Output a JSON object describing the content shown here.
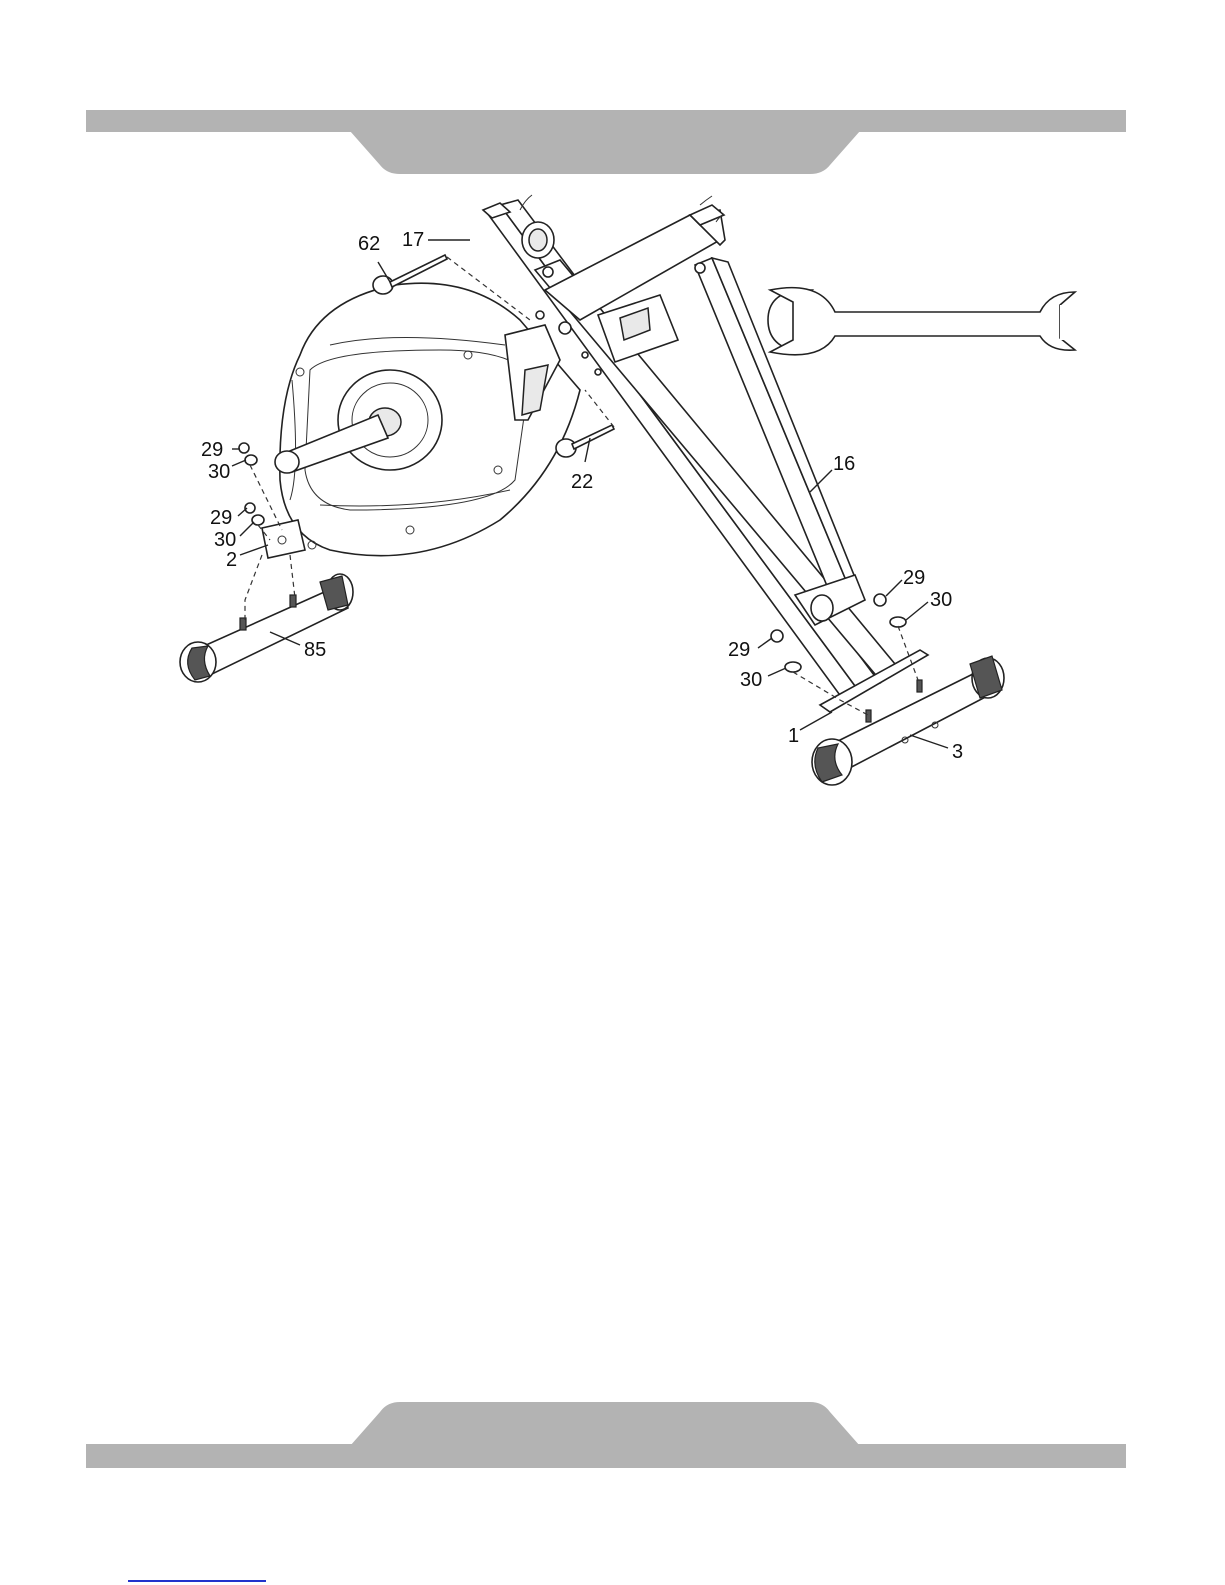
{
  "diagram": {
    "colors": {
      "band": "#b3b3b3",
      "line": "#222222",
      "link": "#2233cc"
    },
    "callouts": [
      {
        "id": "c62",
        "label": "62"
      },
      {
        "id": "c17",
        "label": "17"
      },
      {
        "id": "c22",
        "label": "22"
      },
      {
        "id": "c16",
        "label": "16"
      },
      {
        "id": "c29a",
        "label": "29"
      },
      {
        "id": "c30a",
        "label": "30"
      },
      {
        "id": "c29b",
        "label": "29"
      },
      {
        "id": "c30b",
        "label": "30"
      },
      {
        "id": "c2",
        "label": "2"
      },
      {
        "id": "c85",
        "label": "85"
      },
      {
        "id": "c29c",
        "label": "29"
      },
      {
        "id": "c30c",
        "label": "30"
      },
      {
        "id": "c29d",
        "label": "29"
      },
      {
        "id": "c30d",
        "label": "30"
      },
      {
        "id": "c1",
        "label": "1"
      },
      {
        "id": "c3",
        "label": "3"
      }
    ],
    "tool": {
      "icon": "wrench-icon"
    }
  }
}
